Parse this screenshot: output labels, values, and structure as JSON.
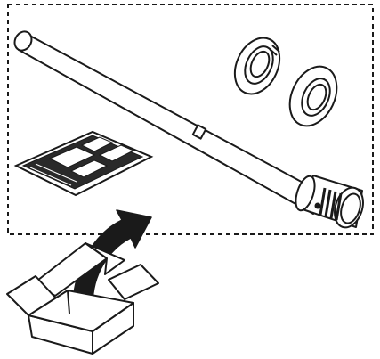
{
  "figure": {
    "kind": "line-art product contents illustration",
    "stroke_color": "#1a1a1a",
    "fill_color": "#ffffff",
    "text_labels": []
  },
  "components": [
    {
      "id": "pipe",
      "label": "",
      "icon": "pipe-icon"
    },
    {
      "id": "wall_rosette_small",
      "label": "",
      "icon": "rosette-icon"
    },
    {
      "id": "wall_rosette_large",
      "label": "",
      "icon": "rosette-icon"
    },
    {
      "id": "instruction_sheet",
      "label": "",
      "icon": "document-icon"
    },
    {
      "id": "box",
      "label": "",
      "icon": "open-box-icon"
    },
    {
      "id": "unpack_arrow",
      "label": "",
      "icon": "curved-arrow-icon"
    }
  ]
}
